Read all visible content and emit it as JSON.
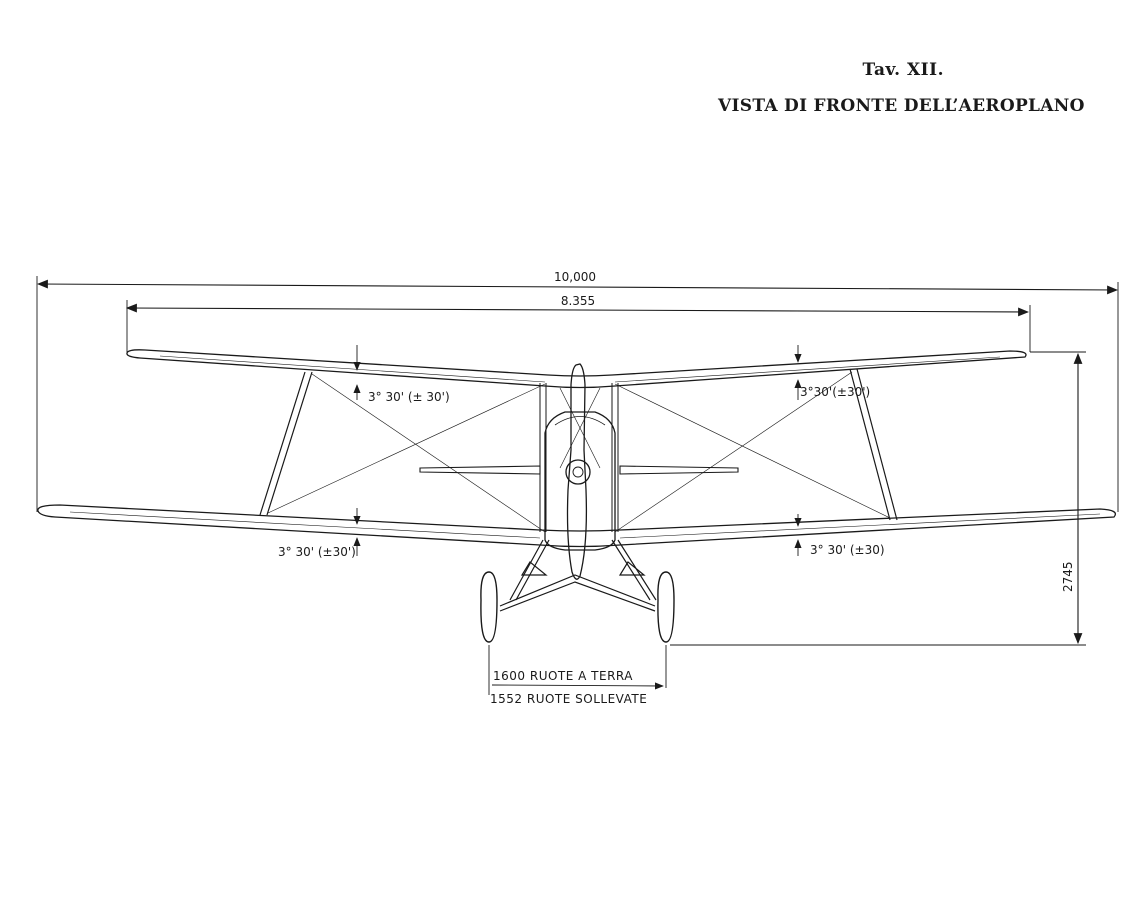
{
  "header": {
    "plate_number": "Tav. XII.",
    "title": "VISTA DI FRONTE DELL’AEROPLANO"
  },
  "dimensions": {
    "overall_span": "10,000",
    "upper_span": "8.355",
    "height": "2745",
    "dihedral_upper_left": "3° 30' (± 30')",
    "dihedral_upper_right": "3°30'(±30')",
    "dihedral_lower_left": "3° 30' (±30')",
    "dihedral_lower_right": "3° 30' (±30)",
    "track_ground": "1600 RUOTE A TERRA",
    "track_raised": "1552 RUOTE SOLLEVATE"
  }
}
